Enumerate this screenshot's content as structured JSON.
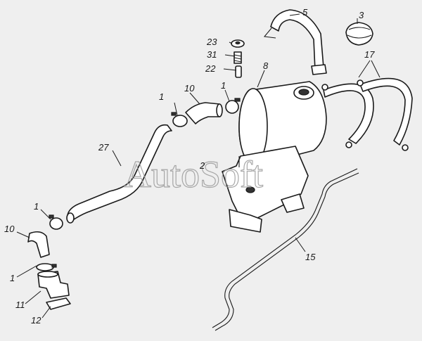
{
  "watermark": "AutoSoft",
  "callouts": {
    "c1_top_left": "1",
    "c1_top_right": "1",
    "c1_left": "1",
    "c1_bottom": "1",
    "c2": "2",
    "c3": "3",
    "c5": "5",
    "c8": "8",
    "c10_top": "10",
    "c10_left": "10",
    "c11": "11",
    "c12": "12",
    "c15": "15",
    "c17": "17",
    "c22": "22",
    "c23": "23",
    "c27": "27",
    "c31": "31"
  }
}
